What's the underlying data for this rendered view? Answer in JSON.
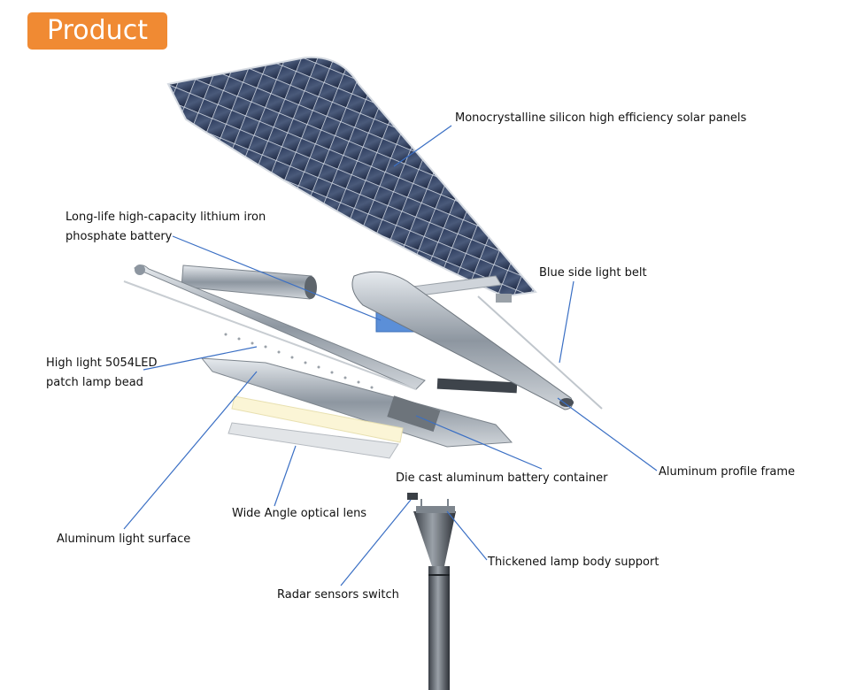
{
  "header": {
    "badge_text": "Product"
  },
  "labels": {
    "solar_panels": "Monocrystalline silicon high efficiency solar panels",
    "battery_line1": "Long-life high-capacity lithium iron",
    "battery_line2": "phosphate battery",
    "side_light": "Blue side light belt",
    "led_line1": "High light 5054LED",
    "led_line2": "patch lamp bead",
    "battery_container": "Die cast aluminum battery container",
    "profile_frame": "Aluminum profile frame",
    "optical_lens": "Wide Angle optical lens",
    "light_surface": "Aluminum light surface",
    "body_support": "Thickened lamp body support",
    "radar_switch": "Radar sensors switch"
  },
  "colors": {
    "badge": "#f08a33",
    "leader_line": "#3a6fc4",
    "solar_cell": "#1f2f4f",
    "battery_blue": "#5b8fd8",
    "metal": "#aeb6bf"
  }
}
